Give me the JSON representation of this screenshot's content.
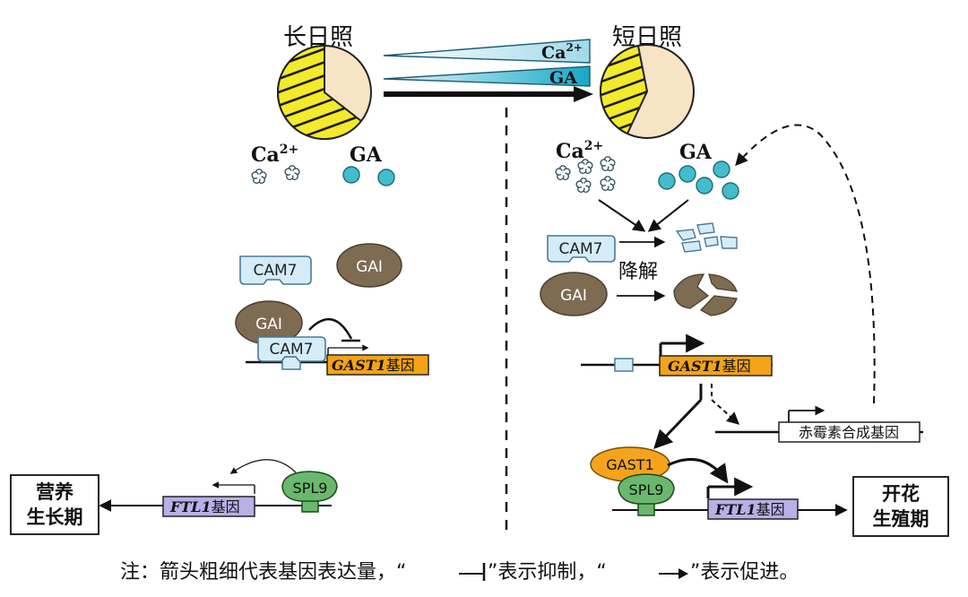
{
  "left": {
    "condition": "长日照",
    "ca_label": "Ca",
    "ca_sup": "2+",
    "ga_label": "GA",
    "cam7": "CAM7",
    "gai": "GAI",
    "gai_bound": "GAI",
    "cam7_bound": "CAM7",
    "gene_italic": "GAST1",
    "gene_suffix": "基因",
    "spl9": "SPL9",
    "ftl_italic": "FTL1",
    "ftl_suffix": "基因",
    "outcome_line1": "营养",
    "outcome_line2": "生长期"
  },
  "middle": {
    "ca_label": "Ca",
    "ca_sup": "2+",
    "ga_label": "GA"
  },
  "right": {
    "condition": "短日照",
    "ca_label": "Ca",
    "ca_sup": "2+",
    "ga_label": "GA",
    "cam7": "CAM7",
    "gai": "GAI",
    "degrade": "降解",
    "gene_italic": "GAST1",
    "gene_suffix": "基因",
    "ga_synth_gene": "赤霉素合成基因",
    "gast1_protein": "GAST1",
    "spl9": "SPL9",
    "ftl_italic": "FTL1",
    "ftl_suffix": "基因",
    "outcome_line1": "开花",
    "outcome_line2": "生殖期"
  },
  "note": {
    "prefix": "注：箭头粗细代表基因表达量，",
    "q_open1": "“",
    "q_close1": "”",
    "inhibit": "表示抑制，",
    "q_open2": "“",
    "q_close2": "”",
    "promote": "表示促进。"
  },
  "colors": {
    "pie_fill": "#f7e4c4",
    "pie_slice": "#f2ea2a",
    "cam7_fill": "#d4ecf8",
    "cam7_stroke": "#4a7a95",
    "gai_fill": "#7d6b52",
    "gast_fill": "#f2a317",
    "gast1_protein_fill": "#f5a31c",
    "spl9_fill": "#6ab86d",
    "ftl_fill": "#b8b0e6",
    "ga_dot": "#43bccc",
    "ga_band": "#1fa9c6"
  }
}
